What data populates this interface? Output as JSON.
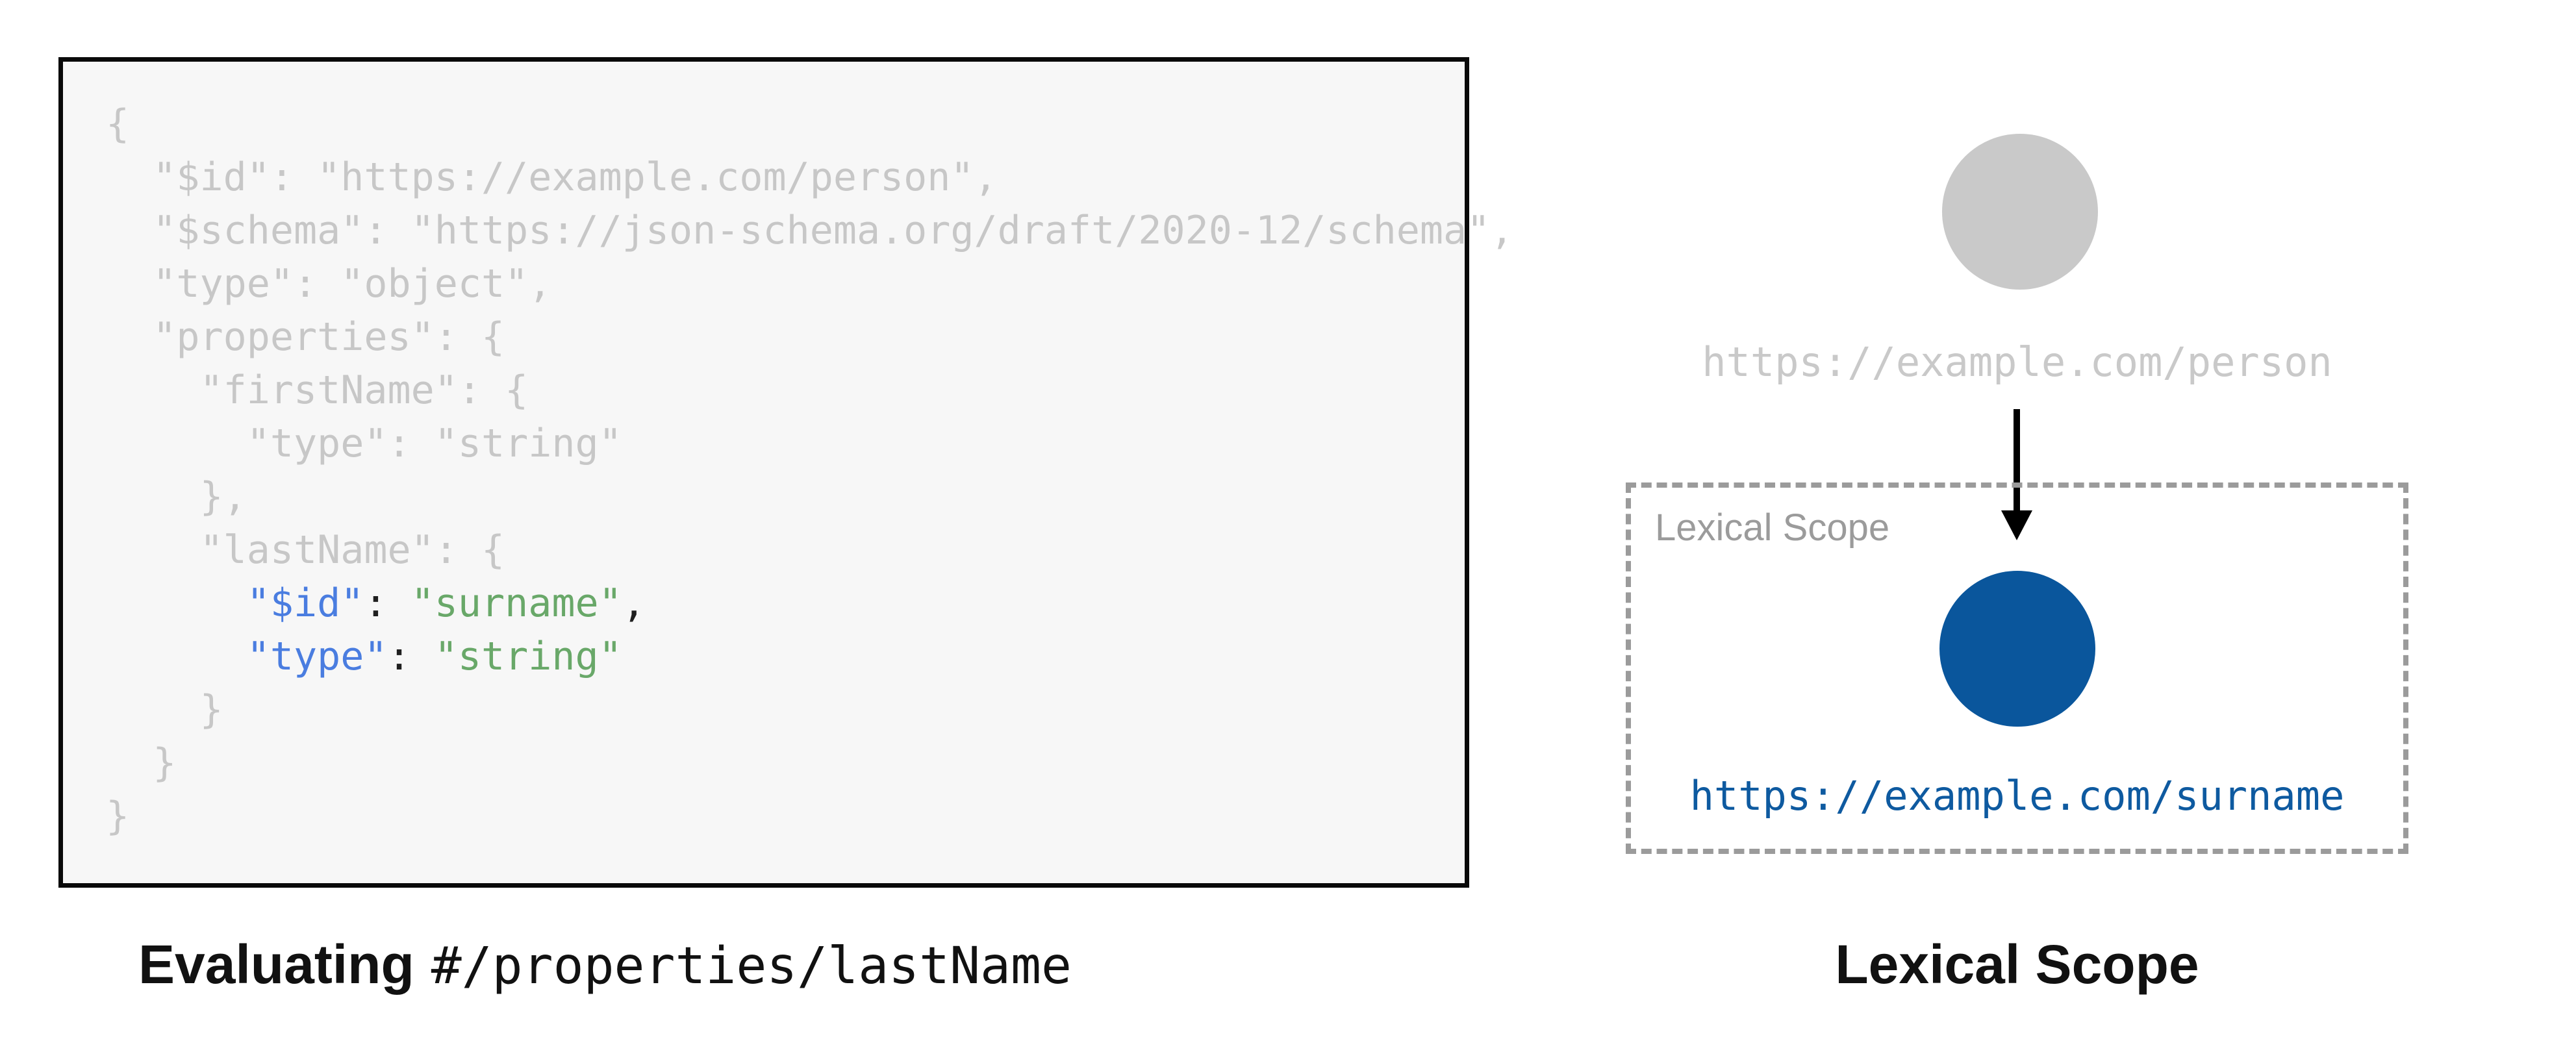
{
  "left_panel": {
    "code_lines": [
      [
        {
          "t": "{",
          "c": "muted"
        }
      ],
      [
        {
          "t": "  \"$id\": \"https://example.com/person\",",
          "c": "muted"
        }
      ],
      [
        {
          "t": "  \"$schema\": \"https://json-schema.org/draft/2020-12/schema\",",
          "c": "muted"
        }
      ],
      [
        {
          "t": "  \"type\": \"object\",",
          "c": "muted"
        }
      ],
      [
        {
          "t": "  \"properties\": {",
          "c": "muted"
        }
      ],
      [
        {
          "t": "    \"firstName\": {",
          "c": "muted"
        }
      ],
      [
        {
          "t": "      \"type\": \"string\"",
          "c": "muted"
        }
      ],
      [
        {
          "t": "    },",
          "c": "muted"
        }
      ],
      [
        {
          "t": "    \"lastName\": {",
          "c": "muted"
        }
      ],
      [
        {
          "t": "      ",
          "c": "muted"
        },
        {
          "t": "\"$id\"",
          "c": "key"
        },
        {
          "t": ": ",
          "c": "punct"
        },
        {
          "t": "\"surname\"",
          "c": "str"
        },
        {
          "t": ",",
          "c": "punct"
        }
      ],
      [
        {
          "t": "      ",
          "c": "muted"
        },
        {
          "t": "\"type\"",
          "c": "key"
        },
        {
          "t": ": ",
          "c": "punct"
        },
        {
          "t": "\"string\"",
          "c": "str"
        }
      ],
      [
        {
          "t": "    }",
          "c": "muted"
        }
      ],
      [
        {
          "t": "  }",
          "c": "muted"
        }
      ],
      [
        {
          "t": "}",
          "c": "muted"
        }
      ]
    ],
    "caption_bold": "Evaluating",
    "caption_path": "#/properties/lastName"
  },
  "right_panel": {
    "parent_url": "https://example.com/person",
    "scope_box_label": "Lexical Scope",
    "child_url": "https://example.com/surname",
    "caption": "Lexical Scope"
  },
  "colors": {
    "bg": "#ffffff",
    "panel-bg": "#f7f7f7",
    "panel-border": "#0a0a0a",
    "muted": "#c7c7c7",
    "key": "#4a7de0",
    "str": "#69a869",
    "punct": "#1f1f1f",
    "gray-fill": "#c9c9c9",
    "dash": "#9b9b9b",
    "scope-label": "#9b9b9b",
    "blue-fill": "#0a569c",
    "blue-text": "#0e5aa0",
    "ink": "#111111"
  }
}
